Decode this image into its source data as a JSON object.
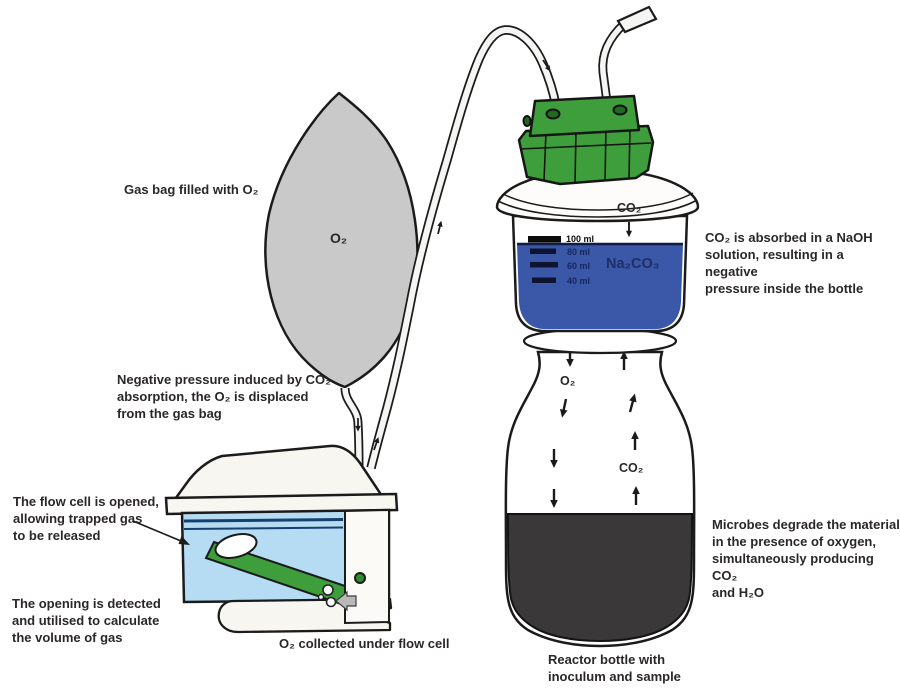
{
  "colors": {
    "bag_gray": "#c9c9c9",
    "cap_green": "#3f9e3c",
    "solution_blue": "#3a57a8",
    "water_blue": "#b5dcf2",
    "plate_green": "#3f9e3c",
    "sample_dark": "#3a3839",
    "ink": "#2b2727",
    "navy": "#1d2f66"
  },
  "annotations": {
    "gas_bag_caption": "Gas bag filled with O₂",
    "negative_pressure_note": "Negative pressure induced by CO₂\nabsorption, the O₂ is displaced\nfrom the gas bag",
    "flow_cell_note": "The flow cell is opened,\nallowing trapped gas\nto be released",
    "opening_note": "The opening is detected\nand utilised to calculate\nthe volume of gas",
    "o2_collected_caption": "O₂ collected under flow cell",
    "reactor_caption": "Reactor bottle with\ninoculum and sample",
    "microbes_note": "Microbes degrade the material\nin the presence of oxygen,\nsimultaneously producing CO₂\nand H₂O",
    "naoh_note": "CO₂ is absorbed in a NaOH\nsolution, resulting in a negative\npressure inside the bottle"
  },
  "diagram_labels": {
    "bag_gas": "O₂",
    "co2_into_solution": "CO₂",
    "solution": "Na₂CO₃",
    "bottle_o2": "O₂",
    "bottle_co2": "CO₂"
  },
  "scale_marks": [
    {
      "label": "100 ml"
    },
    {
      "label": "80 ml"
    },
    {
      "label": "60 ml"
    },
    {
      "label": "40 ml"
    }
  ]
}
